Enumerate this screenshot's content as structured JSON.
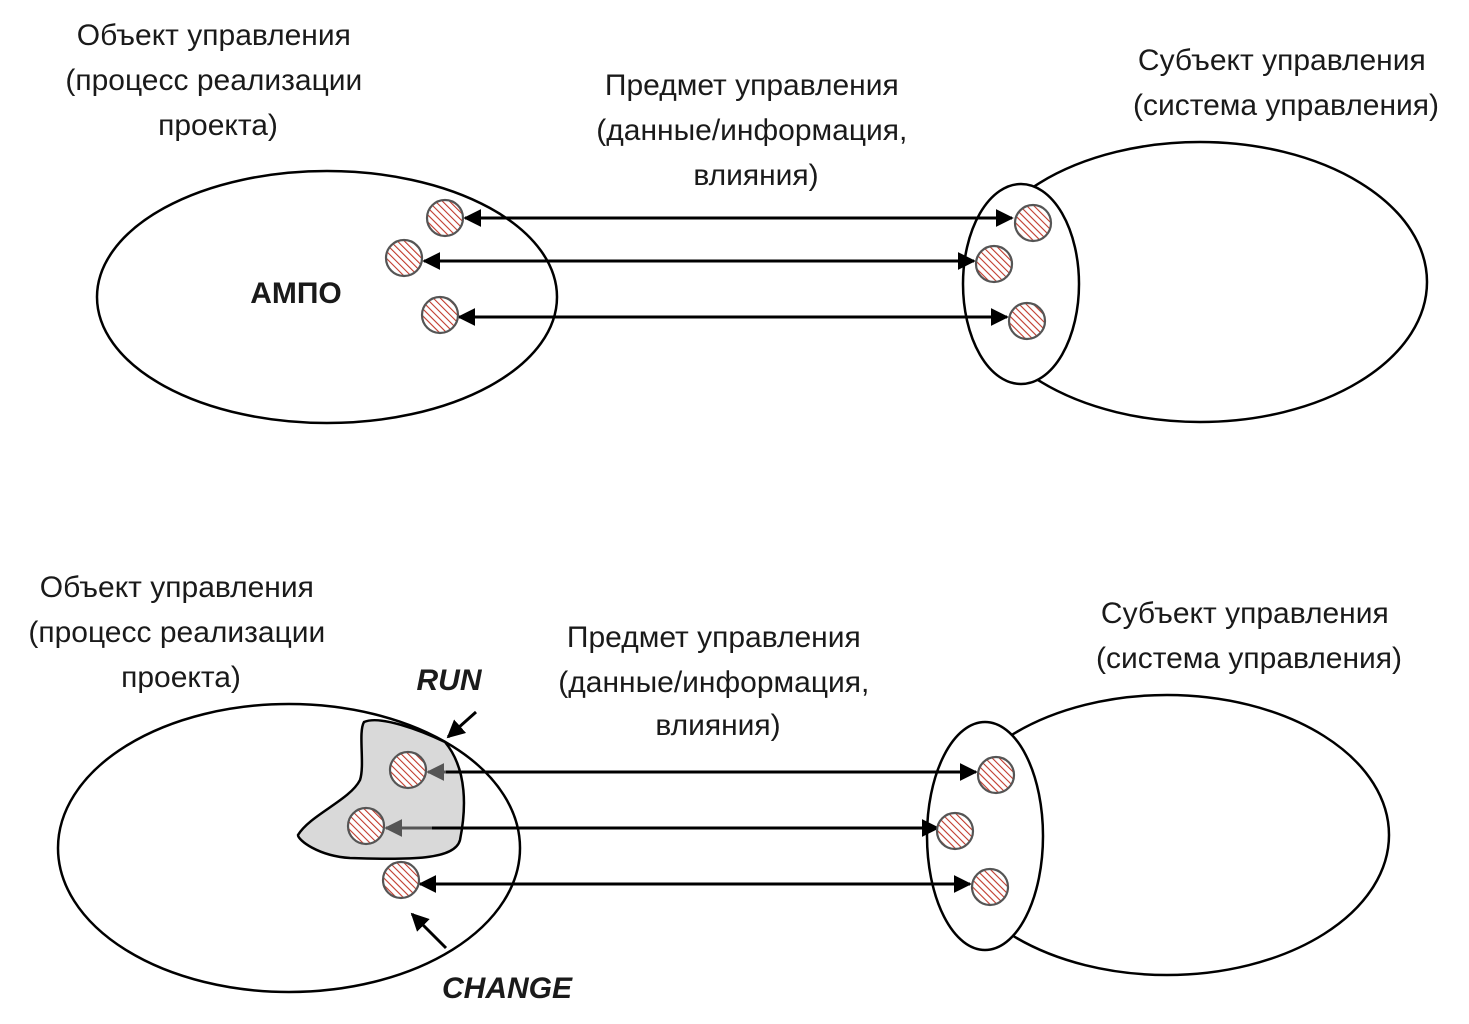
{
  "colors": {
    "node_hatch": "#c0392b",
    "node_outline": "#555555",
    "run_region_fill": "#d9d9d9",
    "line": "#000000"
  },
  "top": {
    "object_label": [
      "Объект управления",
      "(процесс реализации",
      "проекта)"
    ],
    "subject_label": [
      "Субъект управления",
      "(система управления)"
    ],
    "subject_matter_label": [
      "Предмет управления",
      "(данные/информация,",
      "влияния)"
    ],
    "center_label": "АМПО"
  },
  "bottom": {
    "object_label": [
      "Объект управления",
      "(процесс реализации",
      "проекта)"
    ],
    "subject_label": [
      "Субъект управления",
      "(система управления)"
    ],
    "subject_matter_label": [
      "Предмет управления",
      "(данные/информация,",
      "влияния)"
    ],
    "run_label": "RUN",
    "change_label": "CHANGE"
  }
}
